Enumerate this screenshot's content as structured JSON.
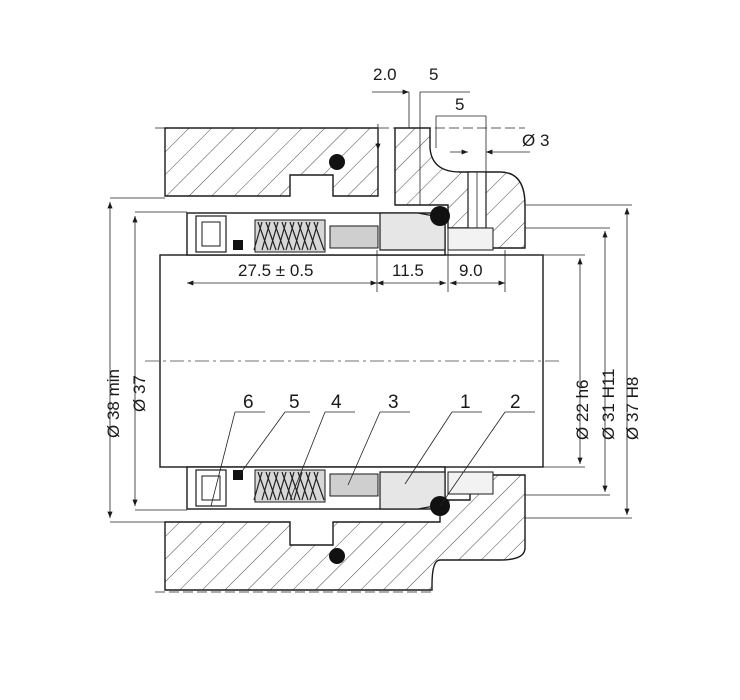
{
  "colors": {
    "line": "#1a1a1a",
    "fill_body": "#ffffff",
    "fill_seat": "#e6e6e6",
    "fill_spring": "#cfcfcf",
    "oring": "#111111"
  },
  "dimensions": {
    "top_2_0": "2.0",
    "top_5_a": "5",
    "top_5_b": "5",
    "pin_dia": "Ø 3",
    "len_27_5": "27.5 ± 0.5",
    "len_11_5": "11.5",
    "len_9_0": "9.0",
    "dia_38_min": "Ø 38 min",
    "dia_37": "Ø 37",
    "dia_22": "Ø 22 h6",
    "dia_31": "Ø 31 H11",
    "dia_37_h8": "Ø 37 H8"
  },
  "parts": {
    "p1": "1",
    "p2": "2",
    "p3": "3",
    "p4": "4",
    "p5": "5",
    "p6": "6"
  }
}
